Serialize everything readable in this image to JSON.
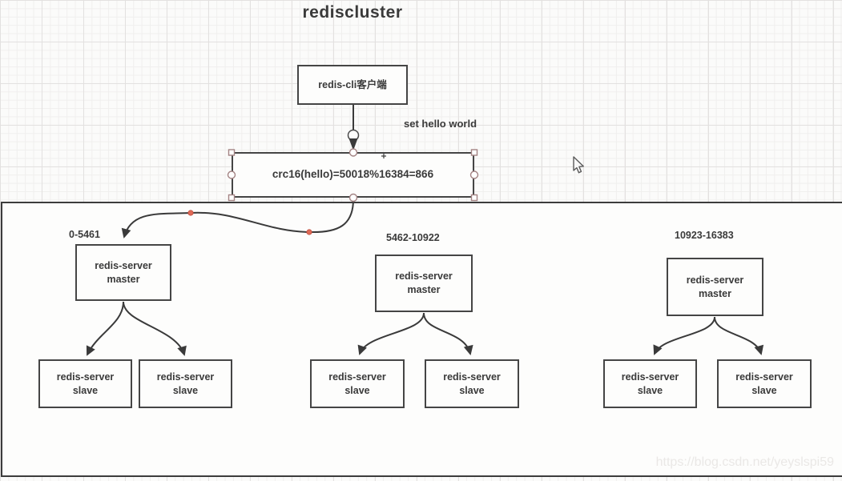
{
  "title": "rediscluster",
  "client_box": {
    "label": "redis-cli客户端"
  },
  "command_label": "set hello world",
  "hash_box": {
    "label": "crc16(hello)=50018%16384=866"
  },
  "groups": [
    {
      "range": "0-5461",
      "master": "redis-server\nmaster",
      "slaves": [
        "redis-server\nslave",
        "redis-server\nslave"
      ]
    },
    {
      "range": "5462-10922",
      "master": "redis-server\nmaster",
      "slaves": [
        "redis-server\nslave",
        "redis-server\nslave"
      ]
    },
    {
      "range": "10923-16383",
      "master": "redis-server\nmaster",
      "slaves": [
        "redis-server\nslave",
        "redis-server\nslave"
      ]
    }
  ],
  "watermark": "https://blog.csdn.net/yeyslspi59",
  "colors": {
    "box-border": "#454545",
    "text": "#3a3a3a",
    "selection-handle": "#a38383",
    "waypoint-red": "#e06a57",
    "container-border": "#3c3c3c",
    "watermark": "#eae8e6"
  }
}
